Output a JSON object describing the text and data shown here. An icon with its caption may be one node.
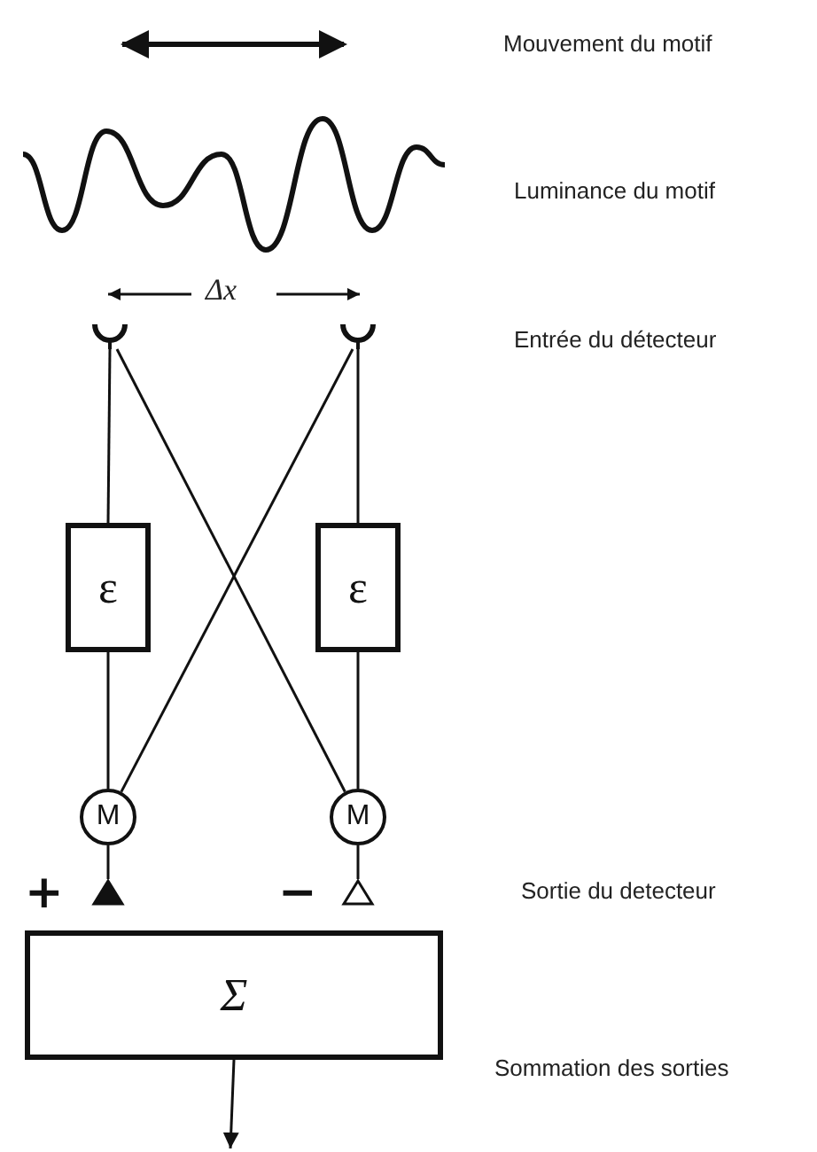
{
  "diagram": {
    "nodes": [
      {
        "text": [],
        "shape": "cup"
      },
      {
        "text": [],
        "shape": "cup"
      },
      {
        "text": [
          "ε"
        ]
      },
      {
        "text": [
          "ε"
        ]
      },
      {
        "text": [
          "M"
        ]
      },
      {
        "text": [
          "M"
        ]
      },
      {
        "text": [],
        "shape": "triangle",
        "beside": [
          "+"
        ]
      },
      {
        "text": [],
        "shape": "triangle",
        "beside": [
          "−"
        ]
      },
      {
        "text": [
          "Σ"
        ]
      }
    ],
    "edges": [
      {
        "from": 0,
        "to": 2,
        "arrow": "none"
      },
      {
        "from": 0,
        "to": 5,
        "arrow": "none"
      },
      {
        "from": 1,
        "to": 3,
        "arrow": "none"
      },
      {
        "from": 1,
        "to": 4,
        "arrow": "none"
      },
      {
        "from": 2,
        "to": 4,
        "arrow": "none"
      },
      {
        "from": 3,
        "to": 5,
        "arrow": "none"
      },
      {
        "from": 4,
        "to": 6,
        "arrow": "none"
      },
      {
        "from": 5,
        "to": 7,
        "arrow": "none"
      },
      {
        "from": 8,
        "to": null,
        "arrow": "to"
      }
    ],
    "labels": [
      "Mouvement du motif",
      "Luminance du motif",
      "Δx",
      "Entrée du détecteur",
      "Sortie du detecteur",
      "Sommation des sorties"
    ]
  }
}
